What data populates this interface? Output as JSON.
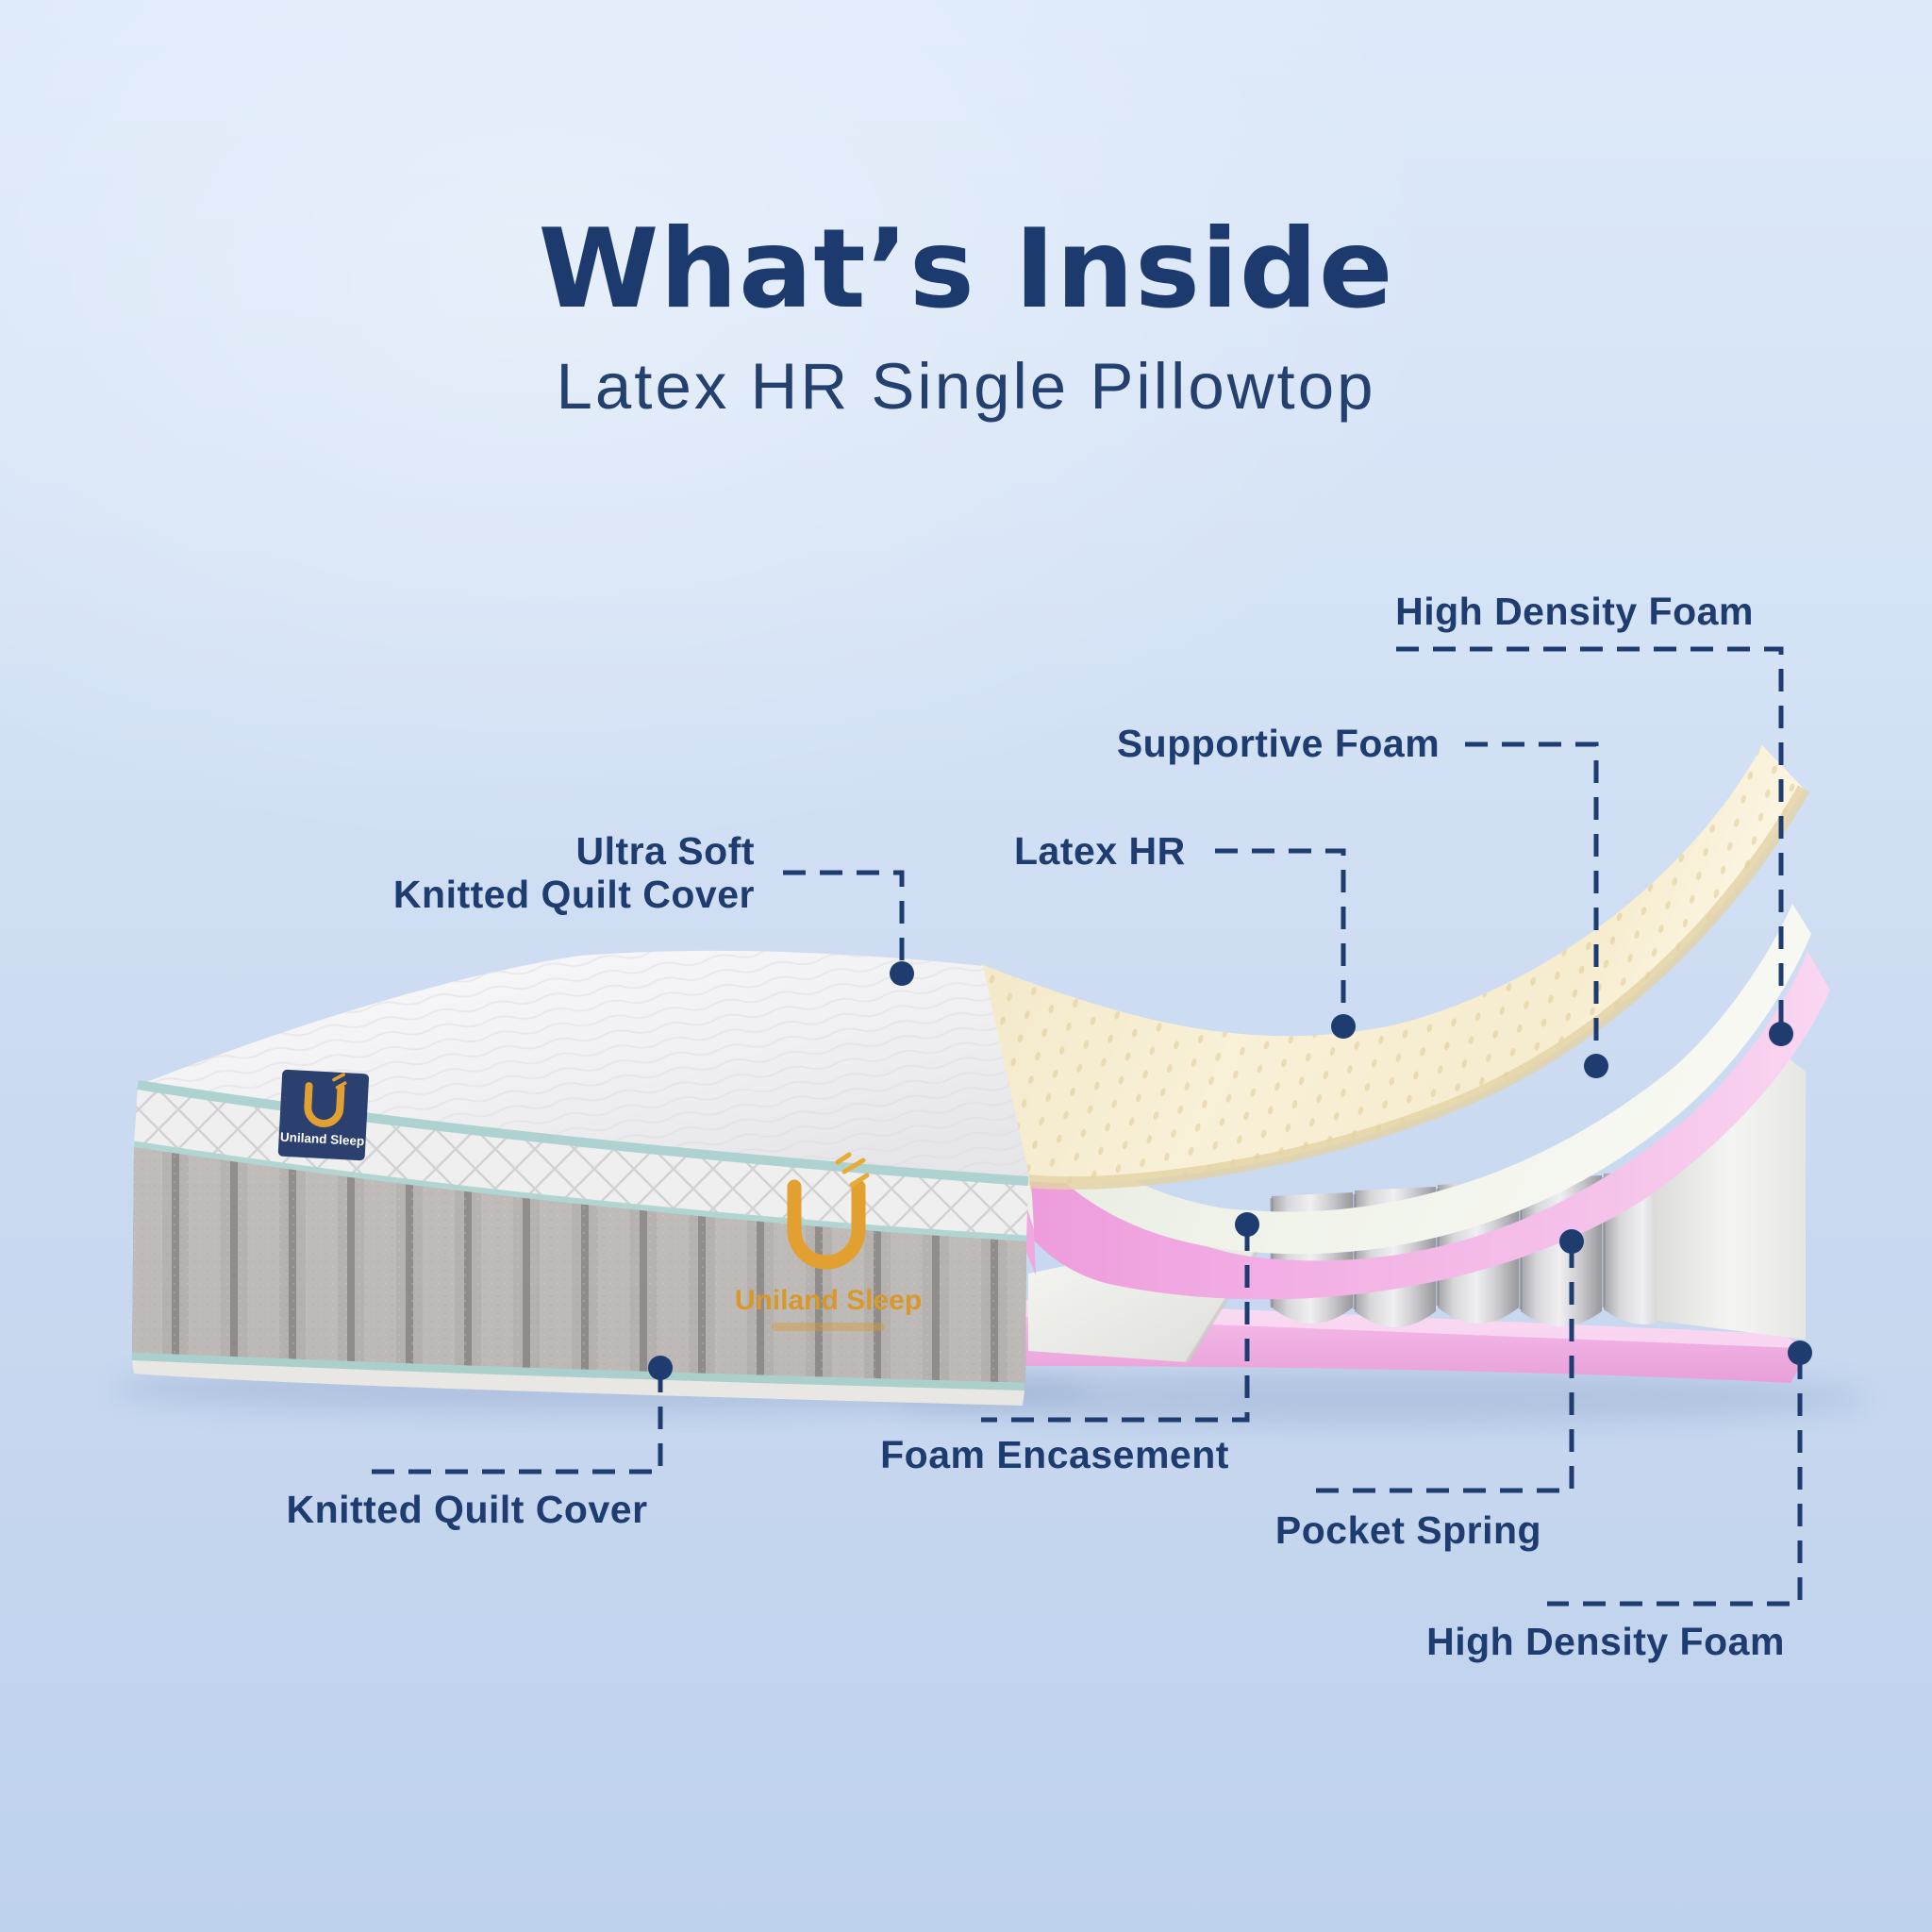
{
  "header": {
    "title": "What’s Inside",
    "subtitle": "Latex HR Single Pillowtop"
  },
  "labels": {
    "high_density_foam_top": "High Density Foam",
    "supportive_foam": "Supportive Foam",
    "latex_hr": "Latex HR",
    "ultra_soft_line1": "Ultra Soft",
    "ultra_soft_line2": "Knitted Quilt Cover",
    "knitted_quilt_cover": "Knitted Quilt Cover",
    "foam_encasement": "Foam Encasement",
    "pocket_spring": "Pocket Spring",
    "high_density_foam_bottom": "High Density Foam"
  },
  "brand": {
    "tag_text": "Uniland Sleep",
    "embroidery_text": "Uniland Sleep"
  },
  "colors": {
    "accent_navy": "#1e3c6f",
    "background_top": "#dde9f9",
    "background_bottom": "#bfd2ec",
    "latex_cream": "#f6edd2",
    "supportive_white": "#eef1e8",
    "foam_pink": "#efaade",
    "base_pink": "#f2b9e6",
    "spring_gray": "#cfcfd3",
    "fabric_gray": "#aaa7a5",
    "piping_teal": "#aed2cf",
    "tag_navy": "#2c4070",
    "logo_gold": "#e2a030"
  }
}
